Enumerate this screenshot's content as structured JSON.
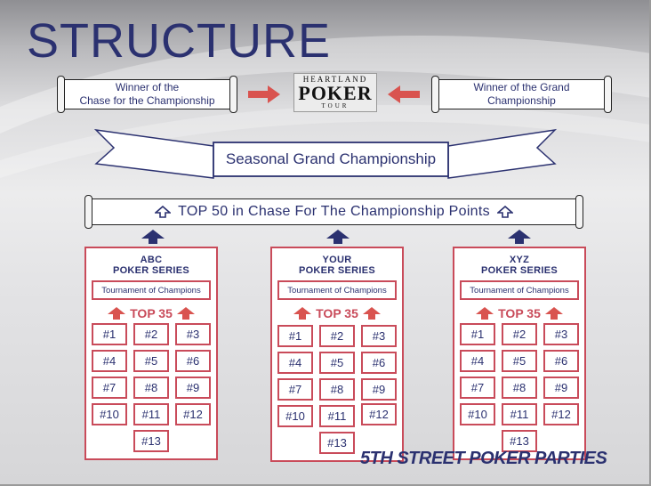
{
  "title": "STRUCTURE",
  "left_winner": "Winner of the\nChase for the Championship",
  "right_winner": "Winner of the Grand\nChampionship",
  "logo": {
    "line1": "HEARTLAND",
    "line2": "POKER",
    "line3": "TOUR"
  },
  "grand_championship": "Seasonal Grand Championship",
  "top50": "TOP 50 in Chase For The Championship Points",
  "series": [
    {
      "name_line1": "ABC",
      "name_line2": "POKER SERIES",
      "toc": "Tournament of Champions",
      "top35": "TOP 35",
      "tournaments": [
        "#1",
        "#2",
        "#3",
        "#4",
        "#5",
        "#6",
        "#7",
        "#8",
        "#9",
        "#10",
        "#11",
        "#12",
        "#13"
      ]
    },
    {
      "name_line1": "YOUR",
      "name_line2": "POKER SERIES",
      "toc": "Tournament of Champions",
      "top35": "TOP 35",
      "tournaments": [
        "#1",
        "#2",
        "#3",
        "#4",
        "#5",
        "#6",
        "#7",
        "#8",
        "#9",
        "#10",
        "#11",
        "#12",
        "#13"
      ]
    },
    {
      "name_line1": "XYZ",
      "name_line2": "POKER SERIES",
      "toc": "Tournament of Champions",
      "top35": "TOP 35",
      "tournaments": [
        "#1",
        "#2",
        "#3",
        "#4",
        "#5",
        "#6",
        "#7",
        "#8",
        "#9",
        "#10",
        "#11",
        "#12",
        "#13"
      ]
    }
  ],
  "brand": "5TH STREET POKER PARTIES",
  "colors": {
    "navy": "#2b3170",
    "red": "#c94b5a",
    "arrow_red": "#d9534f"
  }
}
